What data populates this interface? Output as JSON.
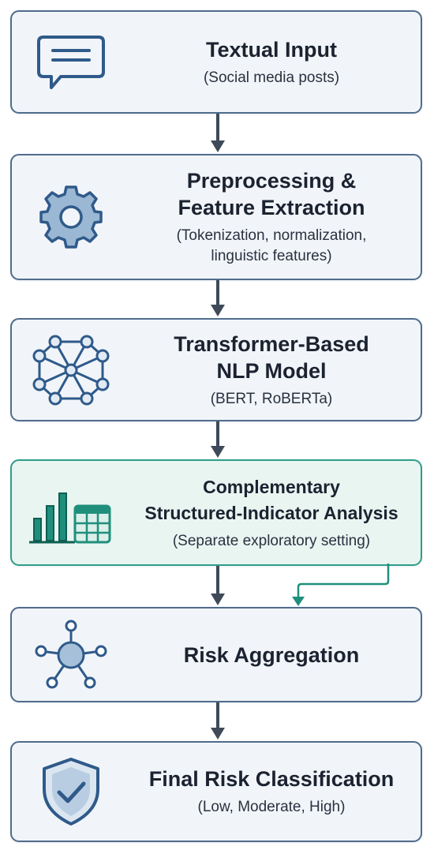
{
  "colors": {
    "box_border": "#4f6c8c",
    "box_fill": "#f1f5f9",
    "highlight_border": "#2e9e8a",
    "highlight_fill": "#e9f5f1",
    "arrow": "#3f4a58",
    "icon_blue": "#2f5a8a",
    "icon_teal": "#1f8f7c"
  },
  "steps": [
    {
      "title": "Textual Input",
      "subtitle": "(Social media posts)",
      "icon": "chat-bubble-icon"
    },
    {
      "title": "Preprocessing &\nFeature Extraction",
      "subtitle": "(Tokenization, normalization,\nlinguistic features)",
      "icon": "gear-icon"
    },
    {
      "title": "Transformer-Based\nNLP Model",
      "subtitle": "(BERT, RoBERTa)",
      "icon": "network-icon"
    },
    {
      "title": "Complementary\nStructured-Indicator Analysis",
      "subtitle": "(Separate exploratory setting)",
      "icon": "bar-chart-table-icon"
    },
    {
      "title": "Risk Aggregation",
      "subtitle": "",
      "icon": "hub-node-icon"
    },
    {
      "title": "Final Risk Classification",
      "subtitle": "(Low, Moderate, High)",
      "icon": "shield-check-icon"
    }
  ]
}
